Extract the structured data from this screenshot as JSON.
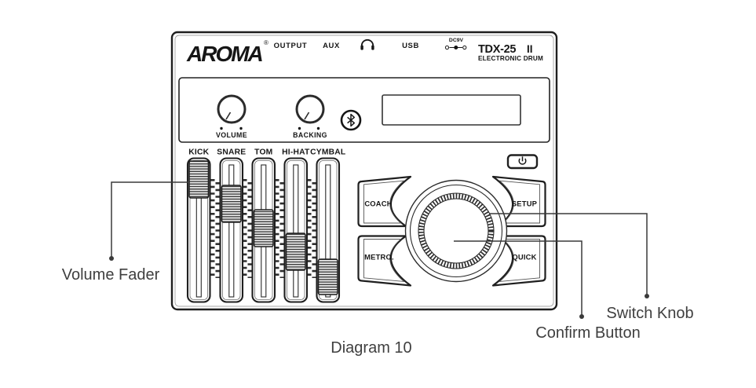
{
  "caption": "Diagram 10",
  "device": {
    "brand": "AROMA",
    "registered_mark": "®",
    "model": "TDX-25",
    "model_numeral": "II",
    "model_subtitle": "ELECTRONIC DRUM",
    "ports": {
      "output": "OUTPUT",
      "aux": "AUX",
      "usb": "USB",
      "dc": "DC9V"
    },
    "top_controls": {
      "volume_label": "VOLUME",
      "backing_label": "BACKING"
    },
    "faders": {
      "labels": [
        "KICK",
        "SNARE",
        "TOM",
        "HI-HAT",
        "CYMBAL"
      ],
      "approx_levels_pct": [
        95,
        75,
        50,
        25,
        5
      ]
    },
    "buttons": {
      "coach": "COACH",
      "setup": "SETUP",
      "metro": "METRO.",
      "quick": "QUICK"
    }
  },
  "callouts": {
    "volume_fader": "Volume Fader",
    "switch_knob": "Switch Knob",
    "confirm_button": "Confirm Button"
  },
  "colors": {
    "line": "#222222",
    "callout_text": "#3f3f3f",
    "background": "#ffffff"
  }
}
